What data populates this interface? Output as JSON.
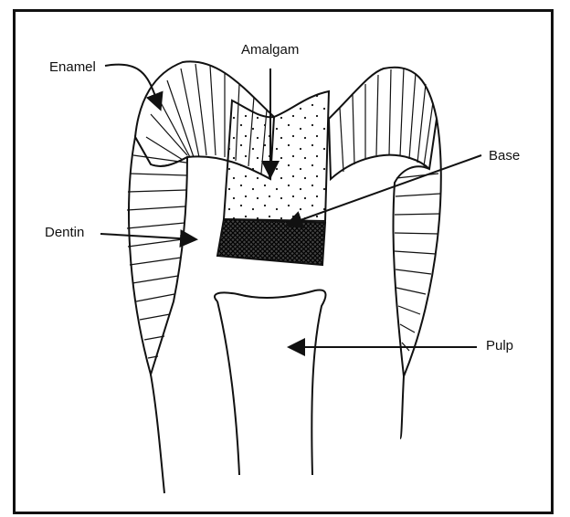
{
  "labels": {
    "enamel": "Enamel",
    "amalgam": "Amalgam",
    "base": "Base",
    "dentin": "Dentin",
    "pulp": "Pulp"
  },
  "colors": {
    "ink": "#111111",
    "background": "#ffffff"
  }
}
